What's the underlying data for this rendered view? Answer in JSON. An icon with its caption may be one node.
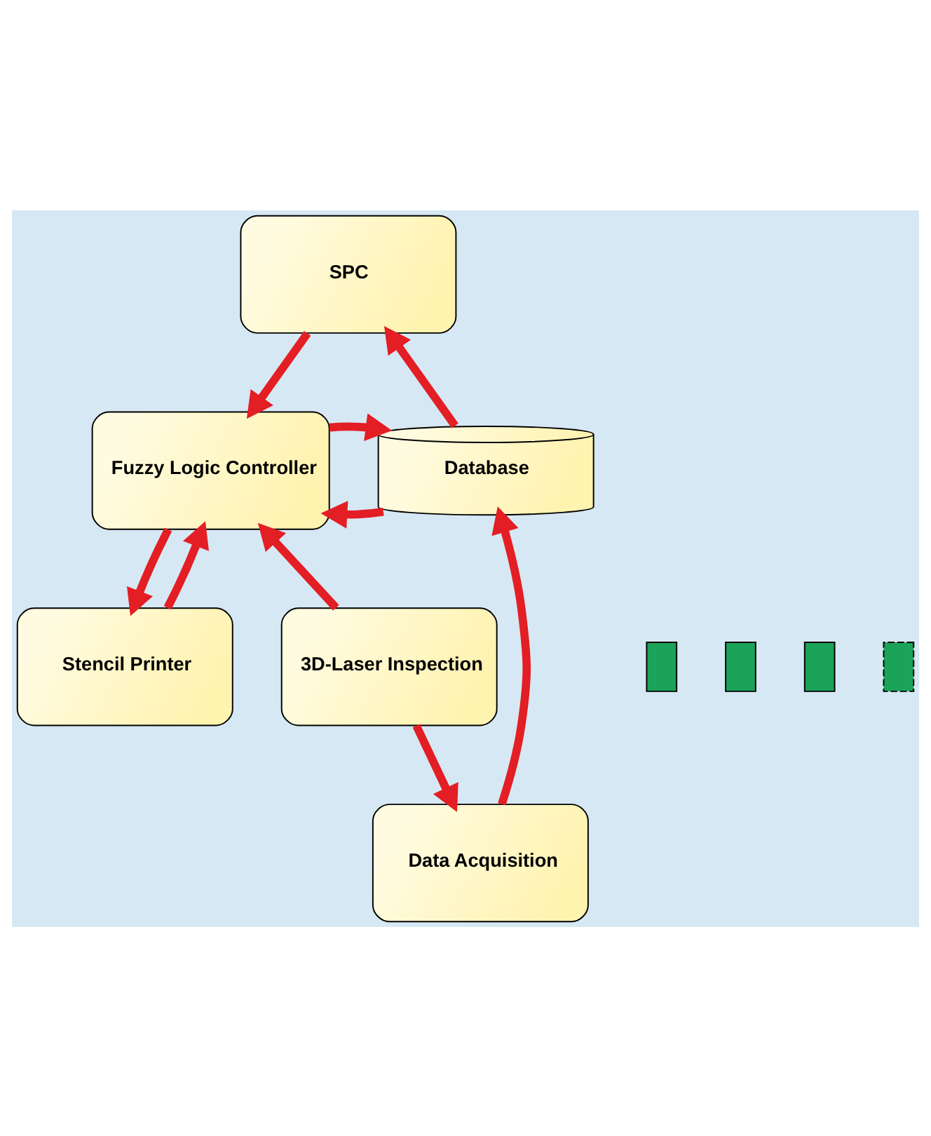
{
  "diagram": {
    "nodes": [
      {
        "text": [
          "SPC"
        ]
      },
      {
        "text": [
          "Fuzzy Logic Controller"
        ]
      },
      {
        "text": [
          "Database"
        ]
      },
      {
        "text": [
          "Data Acquisition"
        ]
      },
      {
        "text": [],
        "shape": "bar"
      },
      {
        "text": [
          "Stencil Printer"
        ]
      },
      {
        "text": [],
        "shape": "bar"
      },
      {
        "text": [
          "3D-Laser Inspection"
        ]
      },
      {
        "text": [],
        "shape": "bar"
      },
      {
        "text": [],
        "shape": "bar"
      }
    ],
    "edges": [
      {
        "from": 0,
        "to": 1,
        "arrow": "to"
      },
      {
        "from": 2,
        "to": 1,
        "arrow": "to"
      },
      {
        "from": 1,
        "to": 2,
        "arrow": "to"
      },
      {
        "from": 2,
        "to": 0,
        "arrow": "to"
      },
      {
        "from": 3,
        "to": 2,
        "arrow": "to"
      },
      {
        "from": 1,
        "to": 5,
        "arrow": "to"
      },
      {
        "from": 5,
        "to": 1,
        "arrow": "to"
      },
      {
        "from": 7,
        "to": 1,
        "arrow": "to"
      },
      {
        "from": 7,
        "to": 3,
        "arrow": "to"
      }
    ]
  }
}
